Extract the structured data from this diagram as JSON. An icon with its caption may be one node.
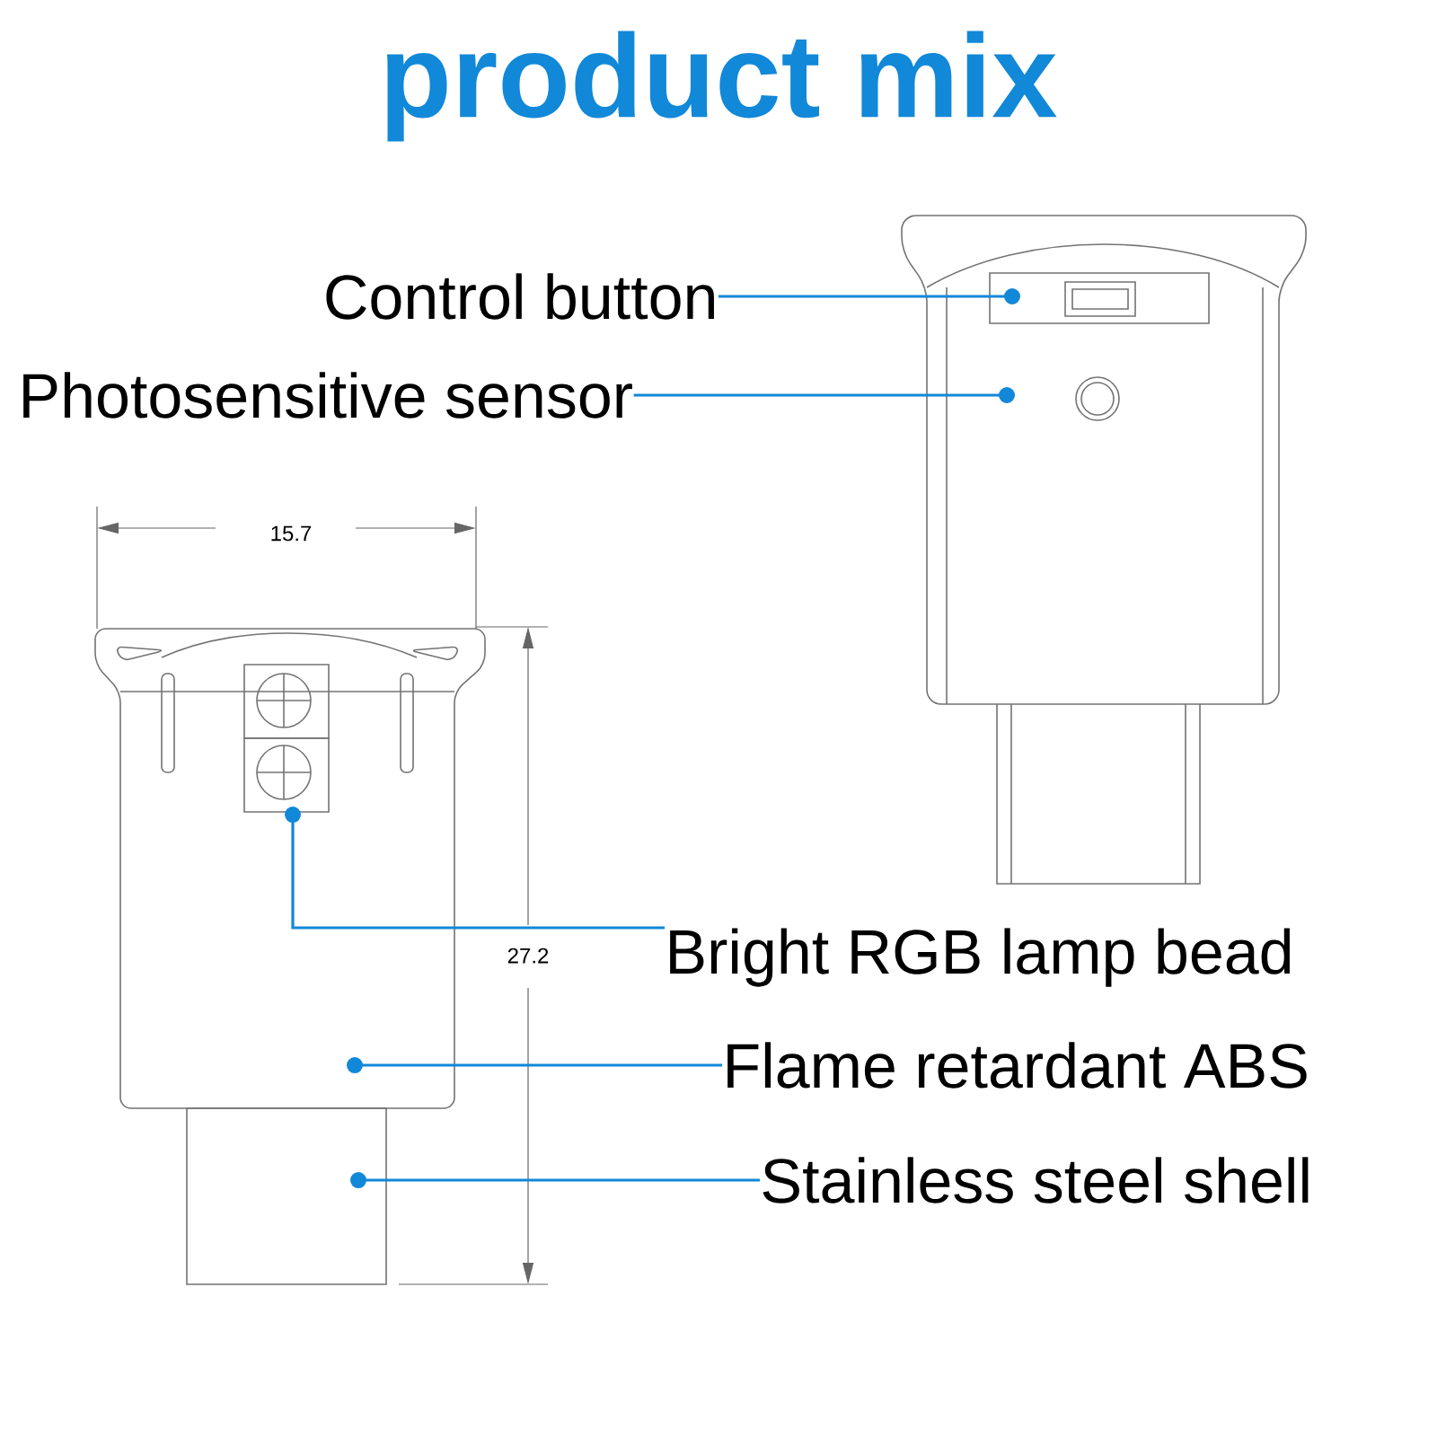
{
  "diagram": {
    "title": "product mix",
    "nodes": [
      {
        "text": [
          "Control button"
        ]
      },
      {
        "text": [
          "Photosensitive sensor"
        ]
      },
      {
        "text": [
          "Bright RGB lamp bead"
        ]
      },
      {
        "text": [
          "Flame retardant ABS"
        ]
      },
      {
        "text": [
          "Stainless steel shell"
        ]
      }
    ],
    "edges": [
      {
        "from": 0,
        "to": null,
        "arrow": "other"
      },
      {
        "from": 1,
        "to": null,
        "arrow": "other"
      },
      {
        "from": 2,
        "to": null,
        "arrow": "other"
      },
      {
        "from": 3,
        "to": null,
        "arrow": "other"
      },
      {
        "from": 4,
        "to": null,
        "arrow": "other"
      }
    ],
    "labels": [
      "15.7",
      "27.2"
    ]
  }
}
